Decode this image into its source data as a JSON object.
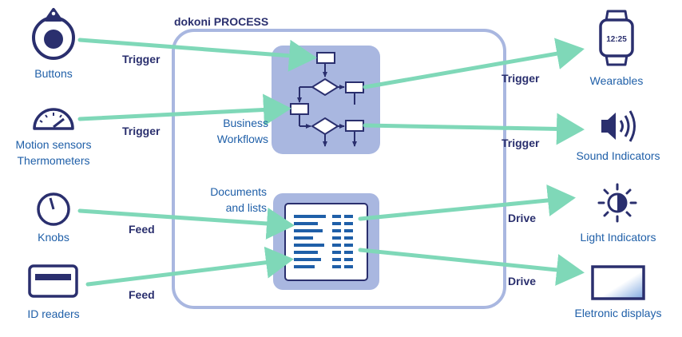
{
  "process": {
    "title": "dokoni PROCESS"
  },
  "inputs": {
    "buttons": "Buttons",
    "motion_sensors": "Motion sensors",
    "thermometers": "Thermometers",
    "knobs": "Knobs",
    "id_readers": "ID readers"
  },
  "outputs": {
    "wearables": "Wearables",
    "sound_indicators": "Sound Indicators",
    "light_indicators": "Light Indicators",
    "electronic_displays": "Eletronic displays",
    "watch_time": "12:25"
  },
  "modules": {
    "workflows_line1": "Business",
    "workflows_line2": "Workflows",
    "documents_line1": "Documents",
    "documents_line2": "and lists"
  },
  "connections": {
    "trigger": "Trigger",
    "feed": "Feed",
    "drive": "Drive"
  },
  "colors": {
    "arrow": "#7fd8b8",
    "process_border": "#a9b7e0",
    "module_fill": "#a9b7e0",
    "icon": "#2a2f6e",
    "input_label": "#1f5fa8",
    "connection_label": "#2a2f6e"
  }
}
